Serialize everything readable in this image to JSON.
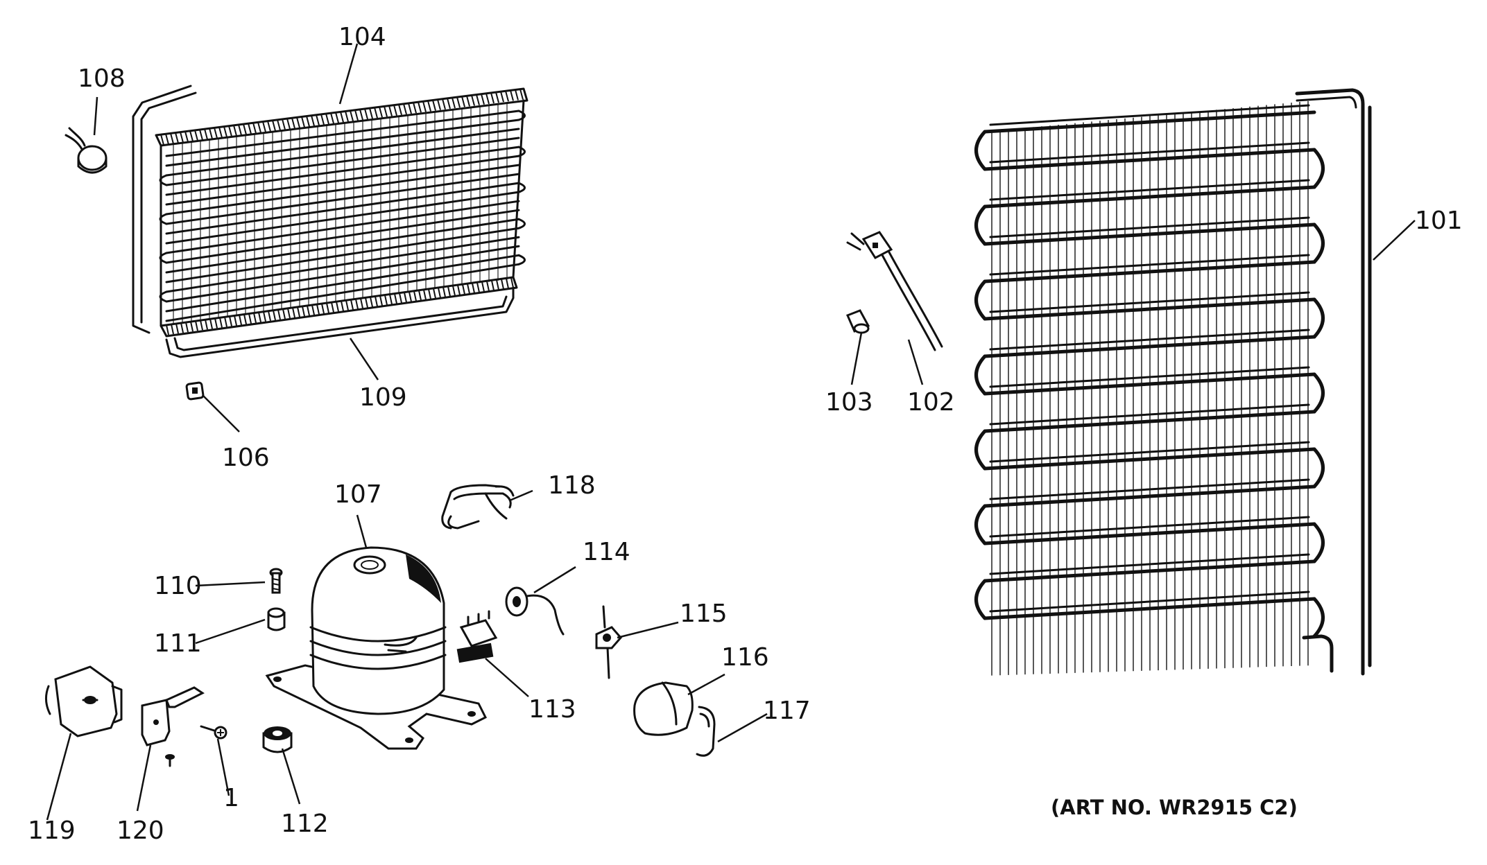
{
  "callouts": {
    "c101": "101",
    "c102": "102",
    "c103": "103",
    "c104": "104",
    "c106": "106",
    "c107": "107",
    "c108": "108",
    "c109": "109",
    "c110": "110",
    "c111": "111",
    "c112": "112",
    "c113": "113",
    "c114": "114",
    "c115": "115",
    "c116": "116",
    "c117": "117",
    "c118": "118",
    "c119": "119",
    "c120": "120",
    "c1": "1"
  },
  "art_number": "(ART NO. WR2915 C2)"
}
